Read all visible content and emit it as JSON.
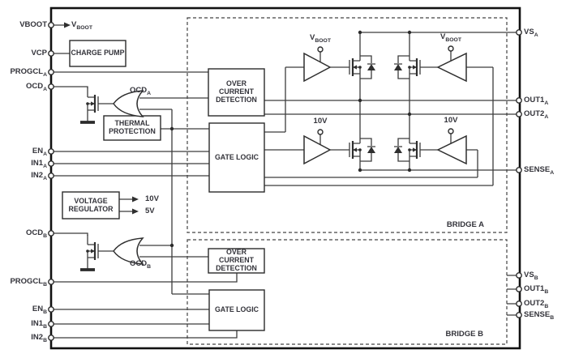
{
  "pins": {
    "left": [
      {
        "name": "VBOOT",
        "sub": ""
      },
      {
        "name": "VCP",
        "sub": ""
      },
      {
        "name": "PROGCL",
        "sub": "A"
      },
      {
        "name": "OCD",
        "sub": "A"
      },
      {
        "name": "EN",
        "sub": "A"
      },
      {
        "name": "IN1",
        "sub": "A"
      },
      {
        "name": "IN2",
        "sub": "A"
      },
      {
        "name": "OCD",
        "sub": "B"
      },
      {
        "name": "PROGCL",
        "sub": "B"
      },
      {
        "name": "EN",
        "sub": "B"
      },
      {
        "name": "IN1",
        "sub": "B"
      },
      {
        "name": "IN2",
        "sub": "B"
      }
    ],
    "right": [
      {
        "name": "VS",
        "sub": "A"
      },
      {
        "name": "OUT1",
        "sub": "A"
      },
      {
        "name": "OUT2",
        "sub": "A"
      },
      {
        "name": "SENSE",
        "sub": "A"
      },
      {
        "name": "VS",
        "sub": "B"
      },
      {
        "name": "OUT1",
        "sub": "B"
      },
      {
        "name": "OUT2",
        "sub": "B"
      },
      {
        "name": "SENSE",
        "sub": "B"
      }
    ]
  },
  "blocks": {
    "charge_pump": "CHARGE PUMP",
    "thermal": "THERMAL PROTECTION",
    "voltage_regulator": "VOLTAGE REGULATOR",
    "ocd_a": "OVER CURRENT DETECTION",
    "gate_logic_a": "GATE LOGIC",
    "ocd_b": "OVER CURRENT DETECTION",
    "gate_logic_b": "GATE LOGIC"
  },
  "nets": {
    "vboot": {
      "name": "V",
      "sub": "BOOT"
    },
    "ocd_a": {
      "name": "OCD",
      "sub": "A"
    },
    "ocd_b": {
      "name": "OCD",
      "sub": "B"
    },
    "v10": "10V",
    "v5": "5V"
  },
  "bridges": {
    "a": "BRIDGE A",
    "b": "BRIDGE B"
  }
}
